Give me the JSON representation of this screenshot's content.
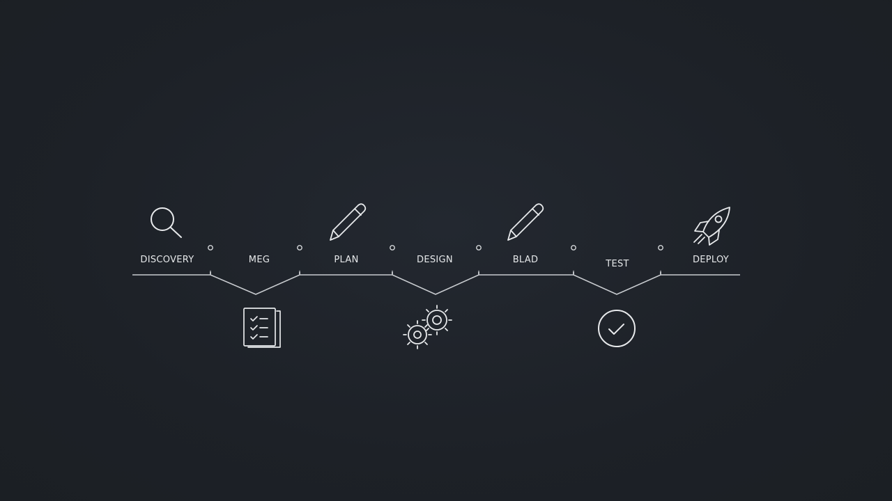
{
  "diagram": {
    "stages": [
      {
        "label": "DISCOVERY",
        "icon": "magnifier-icon"
      },
      {
        "label": "MEG",
        "icon": "checklist-icon"
      },
      {
        "label": "PLAN",
        "icon": "pencil-icon"
      },
      {
        "label": "DESIGN",
        "icon": "gears-icon"
      },
      {
        "label": "BLAD",
        "icon": "pencil-icon"
      },
      {
        "label": "TEST",
        "icon": "check-circle-icon"
      },
      {
        "label": "DEPLOY",
        "icon": "rocket-icon"
      }
    ]
  },
  "colors": {
    "background": "#1e2228",
    "stroke": "#e8eaec"
  }
}
